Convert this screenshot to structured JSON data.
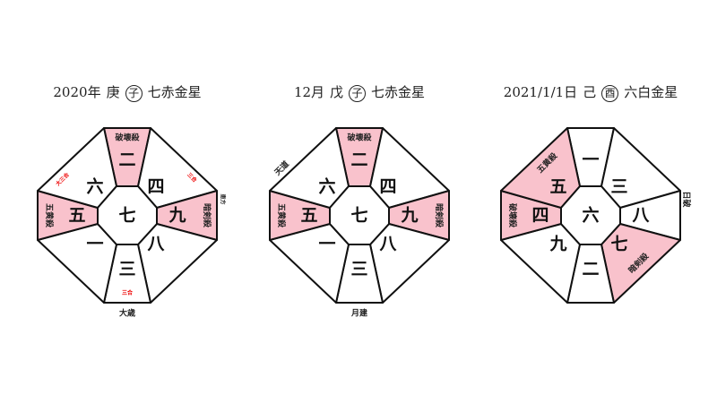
{
  "colors": {
    "highlight": "#f9c2cc",
    "line": "#111111",
    "red": "#ee0000"
  },
  "charts": [
    {
      "title": {
        "period": "2020年",
        "stem": "庚",
        "branch": "子",
        "star": "七赤金星"
      },
      "center": "七",
      "sectors": [
        "二",
        "四",
        "九",
        "八",
        "三",
        "一",
        "五",
        "六"
      ],
      "highlighted": [
        0,
        2,
        6
      ],
      "labels": [
        {
          "text": "破壊殺",
          "pos": "top"
        },
        {
          "text": "暗剣殺",
          "pos": "right"
        },
        {
          "text": "五黄殺",
          "pos": "left"
        },
        {
          "text": "大三合",
          "pos": "tl-in",
          "red": true
        },
        {
          "text": "三合",
          "pos": "tr-in",
          "red": true
        },
        {
          "text": "三合",
          "pos": "bottom-in",
          "red": true
        },
        {
          "text": "恵方",
          "pos": "right-out",
          "tiny": true
        },
        {
          "text": "大歳",
          "pos": "bottom-out"
        }
      ]
    },
    {
      "title": {
        "period": "12月",
        "stem": "戊",
        "branch": "子",
        "star": "七赤金星"
      },
      "center": "七",
      "sectors": [
        "二",
        "四",
        "九",
        "八",
        "三",
        "一",
        "五",
        "六"
      ],
      "highlighted": [
        0,
        2,
        6
      ],
      "labels": [
        {
          "text": "破壊殺",
          "pos": "top"
        },
        {
          "text": "暗剣殺",
          "pos": "right"
        },
        {
          "text": "五黄殺",
          "pos": "left"
        },
        {
          "text": "天道",
          "pos": "tl-out"
        },
        {
          "text": "月建",
          "pos": "bottom-out"
        }
      ]
    },
    {
      "title": {
        "period": "2021/1/1日",
        "stem": "己",
        "branch": "酉",
        "star": "六白金星"
      },
      "center": "六",
      "sectors": [
        "一",
        "三",
        "八",
        "七",
        "二",
        "九",
        "四",
        "五"
      ],
      "highlighted": [
        3,
        6,
        7
      ],
      "labels": [
        {
          "text": "五黄殺",
          "pos": "tl-mid"
        },
        {
          "text": "破壊殺",
          "pos": "left"
        },
        {
          "text": "暗剣殺",
          "pos": "br-mid"
        },
        {
          "text": "日破",
          "pos": "right-out"
        }
      ]
    }
  ]
}
